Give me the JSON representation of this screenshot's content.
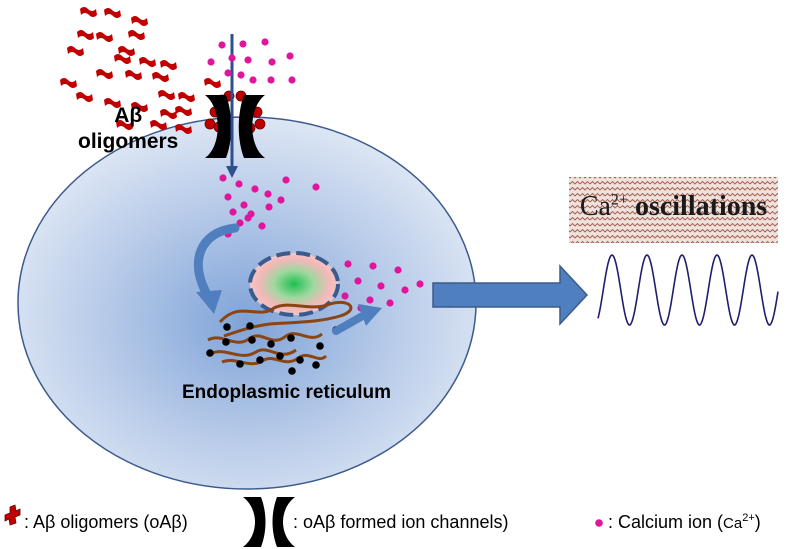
{
  "labels": {
    "ab_oligomers_line1": "Aβ",
    "ab_oligomers_line2": "oligomers",
    "er": "Endoplasmic reticulum",
    "osc_ca": "Ca",
    "osc_charge": "2+",
    "osc_word": "oscillations"
  },
  "legend": {
    "oligomer_text": ": Aβ oligomers (oAβ)",
    "channel_text": ": oAβ formed ion channels)",
    "calcium_text": ": Calcium ion (",
    "calcium_symbol": "Ca",
    "calcium_charge": "2+",
    "calcium_close": ")"
  },
  "colors": {
    "cell_fill_center": "#7fa3d8",
    "cell_fill_edge": "#d9e3f3",
    "cell_outline": "#3b5b8c",
    "arrow_blue": "#4f7fbf",
    "oligomer_red": "#c00000",
    "calcium_pink": "#e0159c",
    "er_brown": "#8b4513",
    "nucleus_pink": "#f2b5b5",
    "nucleus_green": "#22c55e",
    "wave_navy": "#1f1f6e",
    "channel_black": "#000000"
  },
  "icons": [
    "oligomer-icon",
    "ion-channel-icon",
    "calcium-ion-icon",
    "arrow-icon"
  ]
}
